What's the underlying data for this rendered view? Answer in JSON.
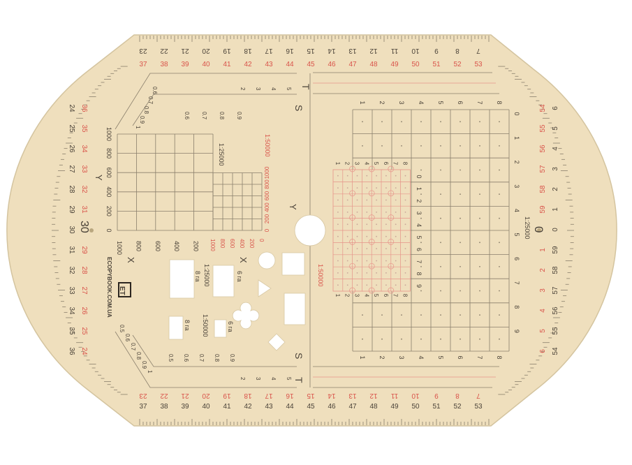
{
  "product": {
    "brand": "ECOPYBOOK.COM.UA",
    "logo_letters": "ET",
    "fill_color": "#efdfbd",
    "ink_color": "#4a4238",
    "red_color": "#d9534a"
  },
  "scale_top": {
    "black": [
      "23",
      "22",
      "21",
      "20",
      "19",
      "18",
      "17",
      "16",
      "15",
      "14",
      "13",
      "12",
      "11",
      "10",
      "9",
      "8",
      "7"
    ],
    "red": [
      "37",
      "38",
      "39",
      "40",
      "41",
      "42",
      "43",
      "44",
      "45",
      "46",
      "47",
      "48",
      "49",
      "50",
      "51",
      "52",
      "53"
    ]
  },
  "scale_bottom": {
    "black": [
      "37",
      "38",
      "39",
      "40",
      "41",
      "42",
      "43",
      "44",
      "45",
      "46",
      "47",
      "48",
      "49",
      "50",
      "51",
      "52",
      "53"
    ],
    "red": [
      "23",
      "22",
      "21",
      "20",
      "19",
      "18",
      "17",
      "16",
      "15",
      "14",
      "13",
      "12",
      "11",
      "10",
      "9",
      "8",
      "7"
    ]
  },
  "scale_left": {
    "black": [
      "24",
      "25",
      "26",
      "27",
      "28",
      "29",
      "30",
      "31",
      "32",
      "33",
      "34",
      "35",
      "36"
    ],
    "red": [
      "36",
      "35",
      "34",
      "33",
      "32",
      "31",
      "",
      "29",
      "28",
      "27",
      "26",
      "25",
      "24"
    ]
  },
  "scale_right": {
    "black": [
      "6",
      "5",
      "4",
      "3",
      "2",
      "1",
      "0",
      "59",
      "58",
      "57",
      "56",
      "55",
      "54"
    ],
    "red": [
      "54",
      "55",
      "56",
      "57",
      "58",
      "59",
      "",
      "1",
      "2",
      "3",
      "4",
      "5",
      "6"
    ]
  },
  "labels": {
    "t_top": "T",
    "s_top": "S",
    "t_bottom": "T",
    "s_bottom": "S",
    "y_center": "Y",
    "y_left": "Y",
    "x_left": "X",
    "x_mid": "X",
    "left_zero": "30",
    "right_zero": "0",
    "scale_25000_left": "1:25000",
    "scale_50000_left": "1:50000",
    "scale_25000_right": "1:25000",
    "scale_50000_right": "1:50000",
    "shape_25000": "1:25000",
    "shape_50000": "1:50000",
    "ha8_a": "8 га",
    "ha6_a": "6 га",
    "ha8_b": "8 га",
    "ha6_b": "6 га"
  },
  "rulers": {
    "coord_big_y": [
      "1000",
      "800",
      "600",
      "400",
      "200",
      "0"
    ],
    "coord_big_x": [
      "1000",
      "800",
      "600",
      "400",
      "200"
    ],
    "coord_small_y": [
      "1000",
      "800",
      "600",
      "400",
      "200",
      "0"
    ],
    "coord_small_x": [
      "1000",
      "800",
      "600",
      "400",
      "200",
      "0"
    ],
    "slope_top": [
      "1",
      "0.9",
      "0.8",
      "0.7",
      "0.6",
      "0.6",
      "0.7",
      "0.8",
      "0.9",
      "2",
      "3",
      "4",
      "5"
    ],
    "slope_bottom": [
      "0.5",
      "0.6",
      "0.7",
      "0.8",
      "0.9",
      "1",
      "0.5",
      "0.6",
      "0.7",
      "0.8",
      "0.9",
      "2",
      "3",
      "4",
      "5"
    ]
  },
  "grid_right": {
    "cols": [
      "1",
      "2",
      "3",
      "4",
      "5",
      "6",
      "7",
      "8"
    ],
    "rows": [
      "0",
      "1",
      "2",
      "3",
      "4",
      "5",
      "6",
      "7",
      "8",
      "9"
    ]
  },
  "grid_red": {
    "cols": [
      "1",
      "2",
      "3",
      "4",
      "5",
      "6",
      "7",
      "8"
    ],
    "rows": [
      "0",
      "1",
      "2",
      "3",
      "4",
      "5",
      "6",
      "7",
      "8",
      "9"
    ]
  }
}
